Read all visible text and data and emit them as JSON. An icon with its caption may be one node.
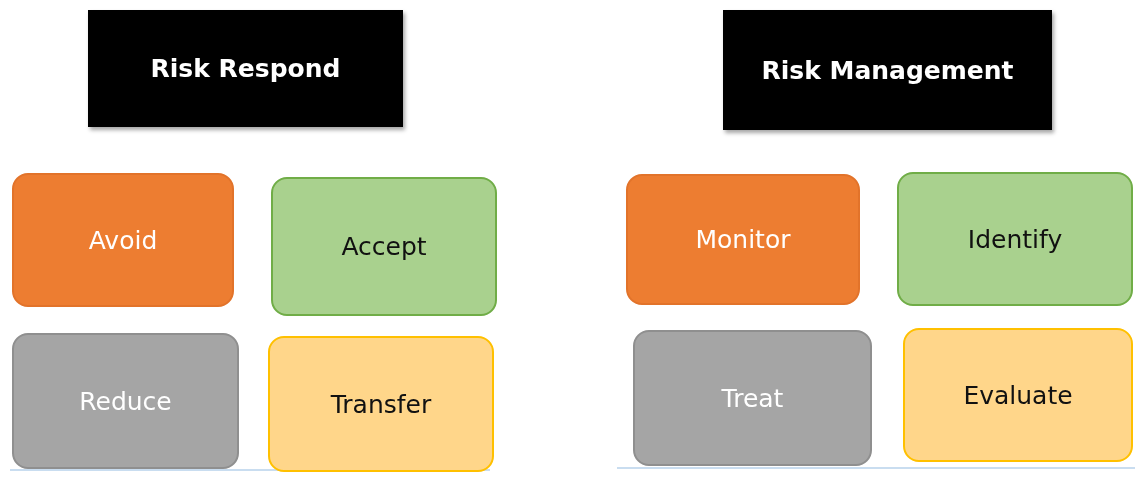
{
  "diagram": {
    "nodes": [
      {
        "text": [
          "Risk Respond"
        ]
      },
      {
        "text": [
          "Risk Management"
        ]
      },
      {
        "text": [
          "Avoid"
        ]
      },
      {
        "text": [
          "Accept"
        ]
      },
      {
        "text": [
          "Reduce"
        ]
      },
      {
        "text": [
          "Transfer"
        ]
      },
      {
        "text": [
          "Monitor"
        ]
      },
      {
        "text": [
          "Identify"
        ]
      },
      {
        "text": [
          "Treat"
        ]
      },
      {
        "text": [
          "Evaluate"
        ]
      }
    ]
  }
}
